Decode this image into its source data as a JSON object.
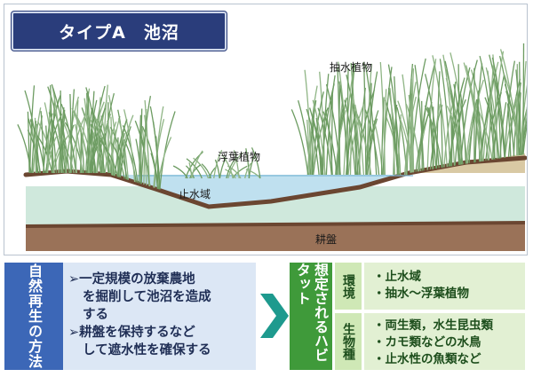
{
  "title": "タイプA　池沼",
  "scene": {
    "emergent_plants_label": "抽水植物",
    "floating_leaved_plants_label": "浮葉植物",
    "still_water_label": "止水域",
    "hardpan_label": "耕盤"
  },
  "method": {
    "heading": "自然再生の方法",
    "lines": [
      "➢一定規模の放棄農地",
      "を掘削して池沼を造成",
      "する",
      "➢耕盤を保持するなど",
      "して遮水性を確保する"
    ]
  },
  "habitat": {
    "heading": "想定されるハビタット",
    "environment": {
      "label": "環境",
      "items": [
        "・止水域",
        "・抽水～浮葉植物"
      ]
    },
    "organisms": {
      "label": "生物種",
      "items": [
        "・両生類，水生昆虫類",
        "・カモ類などの水鳥",
        "・止水性の魚類など"
      ]
    }
  },
  "colors": {
    "title_bg": "#2a3d7b",
    "method_head": "#3c67b7",
    "method_body": "#dce7f5",
    "habitat_head": "#3f9a3a",
    "habitat_body": "#e2f0d3",
    "arrow": "#1e9a8e",
    "water": "#bfe0ef",
    "groundwater_band": "#cfe8dc",
    "soil": "#8a6046",
    "hardpan": "#9a7258",
    "grass": "#6d9c62"
  }
}
